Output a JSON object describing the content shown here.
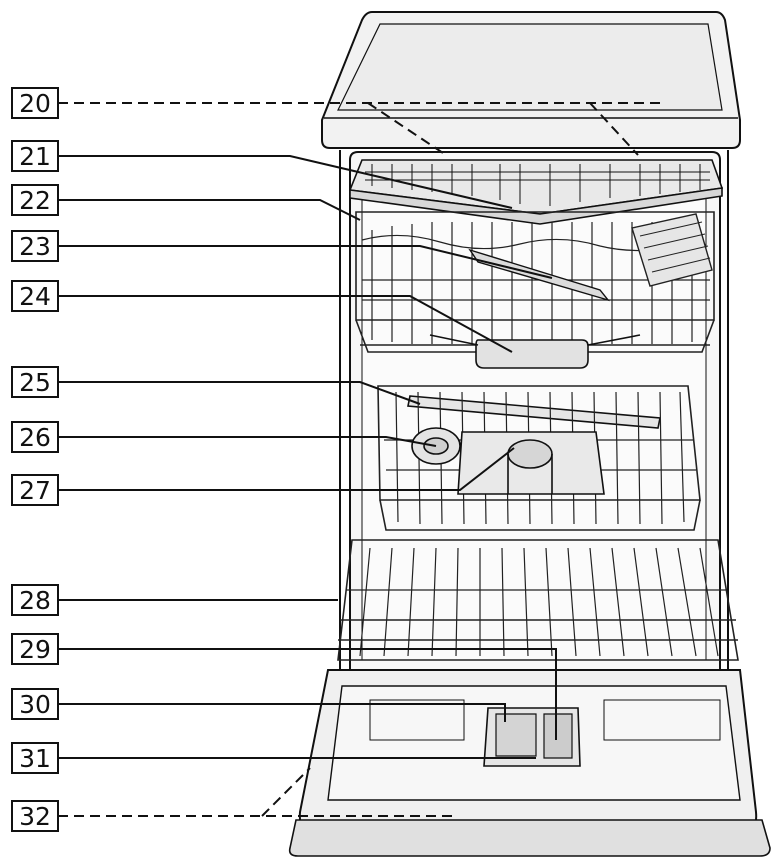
{
  "labels": [
    {
      "number": "20"
    },
    {
      "number": "21"
    },
    {
      "number": "22"
    },
    {
      "number": "23"
    },
    {
      "number": "24"
    },
    {
      "number": "25"
    },
    {
      "number": "26"
    },
    {
      "number": "27"
    },
    {
      "number": "28"
    },
    {
      "number": "29"
    },
    {
      "number": "30"
    },
    {
      "number": "31"
    },
    {
      "number": "32"
    }
  ],
  "colors": {
    "line": "#111111",
    "fill_light": "#f1f1f1",
    "fill_mid": "#dedede",
    "fill_dark": "#c9c9c9",
    "rack": "#333333"
  }
}
